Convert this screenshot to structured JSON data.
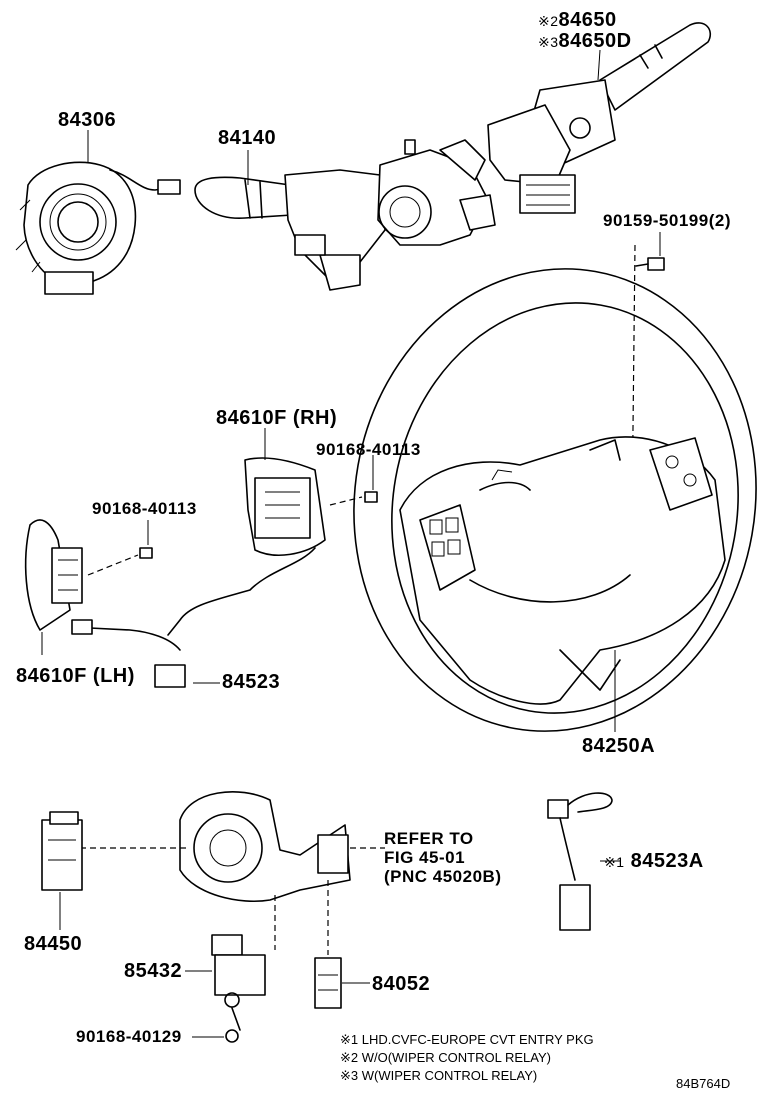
{
  "parts": {
    "switch_84650_mark": "※2",
    "switch_84650": "84650",
    "switch_84650d_mark": "※3",
    "switch_84650d": "84650D",
    "spiral_cable": "84306",
    "turn_signal_switch": "84140",
    "bolt_90159": "90159-50199(2)",
    "switch_84610f_rh": "84610F",
    "switch_84610f_rh_tag": "(RH)",
    "screw_rh": "90168-40113",
    "screw_lh": "90168-40113",
    "switch_84610f_lh": "84610F",
    "switch_84610f_lh_tag": "(LH)",
    "wire_84523": "84523",
    "steering_wheel": "84250A",
    "refer_line1": "REFER TO",
    "refer_line2": "FIG 45-01",
    "refer_line3": "(PNC 45020B)",
    "wire_84523a_mark": "※1",
    "wire_84523a": "84523A",
    "amplifier_84450": "84450",
    "sensor_85432": "85432",
    "switch_84052": "84052",
    "screw_90168_40129": "90168-40129"
  },
  "notes": [
    "※1 LHD.CVFC-EUROPE CVT ENTRY PKG",
    "※2 W/O(WIPER CONTROL RELAY)",
    "※3 W(WIPER CONTROL RELAY)"
  ],
  "figure_code": "84B764D"
}
